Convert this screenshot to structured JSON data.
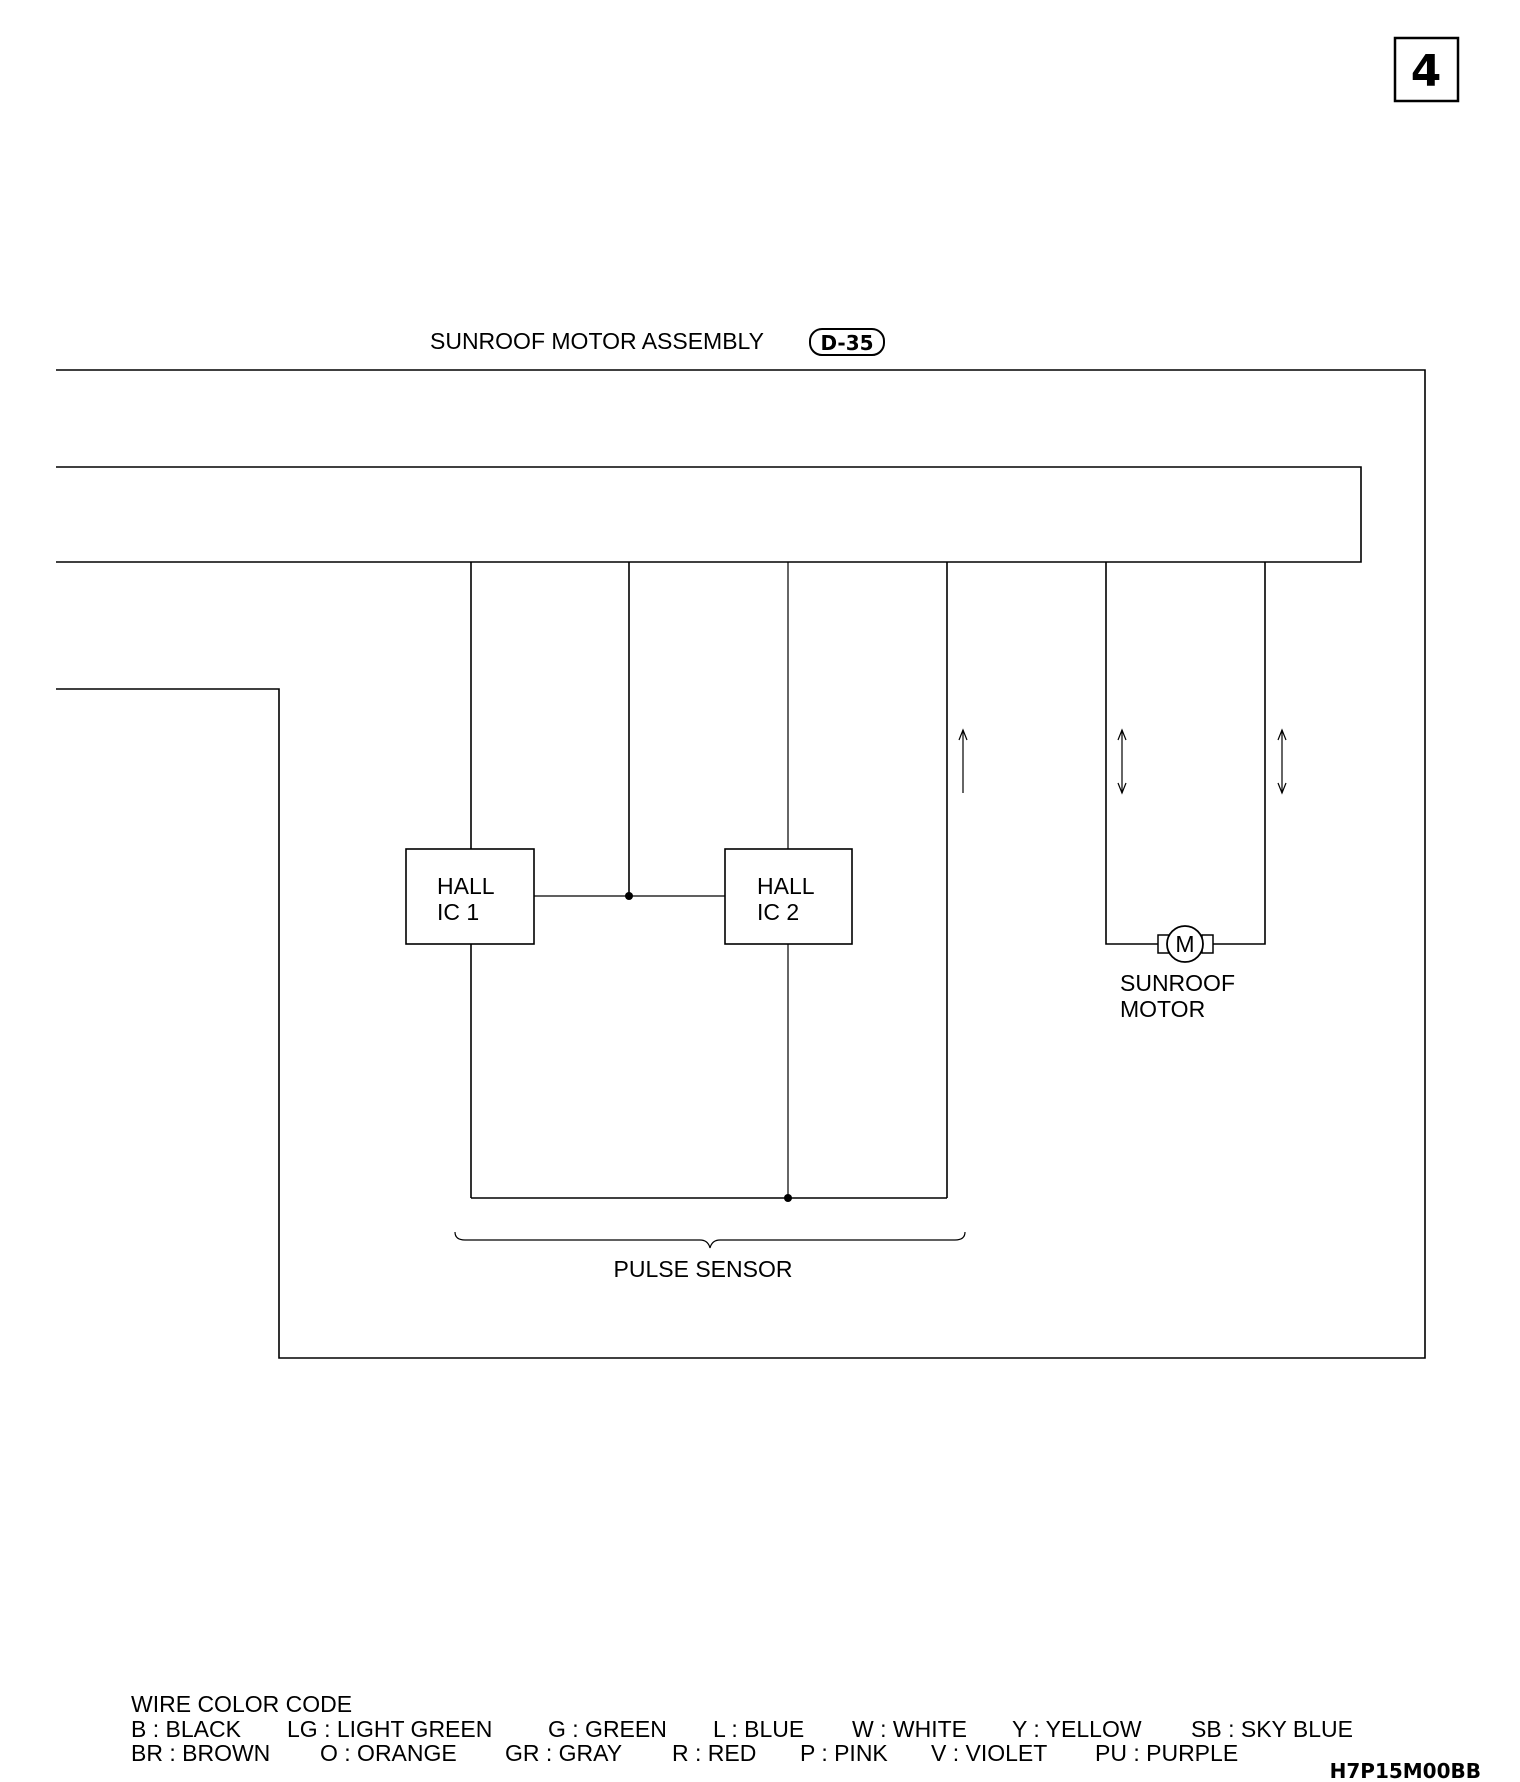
{
  "page_number": "4",
  "assembly": {
    "label": "SUNROOF MOTOR ASSEMBLY",
    "connector": "D-35"
  },
  "components": {
    "hall_ic_1": {
      "line1": "HALL",
      "line2": "IC 1"
    },
    "hall_ic_2": {
      "line1": "HALL",
      "line2": "IC 2"
    },
    "motor_symbol": "M",
    "sunroof_motor": {
      "line1": "SUNROOF",
      "line2": "MOTOR"
    },
    "pulse_sensor": "PULSE SENSOR"
  },
  "legend": {
    "title": "WIRE COLOR CODE",
    "row1": [
      "B : BLACK",
      "LG : LIGHT GREEN",
      "G : GREEN",
      "L : BLUE",
      "W : WHITE",
      "Y : YELLOW",
      "SB : SKY BLUE"
    ],
    "row2": [
      "BR : BROWN",
      "O : ORANGE",
      "GR : GRAY",
      "R : RED",
      "P : PINK",
      "V : VIOLET",
      "PU : PURPLE"
    ]
  },
  "figure_code": "H7P15M00BB"
}
